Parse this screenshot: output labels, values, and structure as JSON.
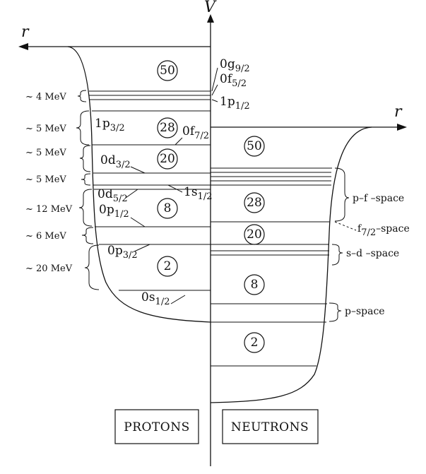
{
  "axis": {
    "potential_label": "V",
    "radius_label": "r"
  },
  "protons": {
    "box_label": "PROTONS",
    "magic_numbers": [
      "50",
      "28",
      "20",
      "8",
      "2"
    ],
    "energy_gaps": [
      "~ 4 MeV",
      "~ 5 MeV",
      "~ 5 MeV",
      "~ 5 MeV",
      "~ 12 MeV",
      "~ 6 MeV",
      "~ 20 MeV"
    ],
    "orbitals": [
      {
        "base": "0g",
        "sub": "9/2"
      },
      {
        "base": "0f",
        "sub": "5/2"
      },
      {
        "base": "1p",
        "sub": "1/2"
      },
      {
        "base": "1p",
        "sub": "3/2"
      },
      {
        "base": "0f",
        "sub": "7/2"
      },
      {
        "base": "0d",
        "sub": "3/2"
      },
      {
        "base": "1s",
        "sub": "1/2"
      },
      {
        "base": "0d",
        "sub": "5/2"
      },
      {
        "base": "0p",
        "sub": "1/2"
      },
      {
        "base": "0p",
        "sub": "3/2"
      },
      {
        "base": "0s",
        "sub": "1/2"
      }
    ]
  },
  "neutrons": {
    "box_label": "NEUTRONS",
    "magic_numbers": [
      "50",
      "28",
      "20",
      "8",
      "2"
    ],
    "spaces": [
      {
        "label": "p–f –space"
      },
      {
        "label": "–space",
        "prefix_base": "f",
        "prefix_sub": "7/2"
      },
      {
        "label": "s–d –space"
      },
      {
        "label": "p–space"
      }
    ]
  }
}
